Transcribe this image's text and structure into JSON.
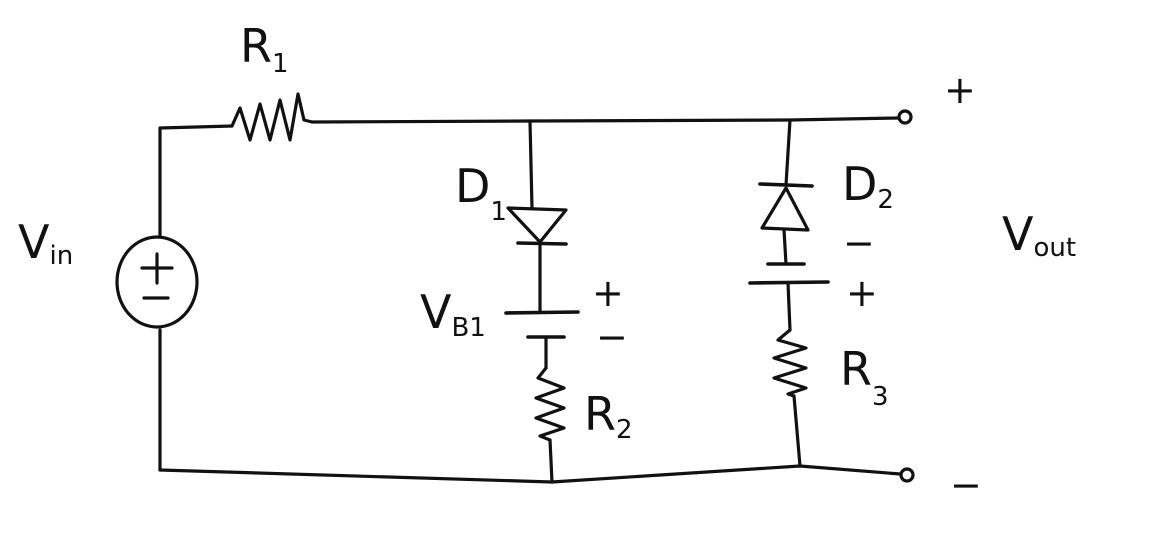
{
  "ink_color": "#111111",
  "background_color": "#ffffff",
  "labels": {
    "r1": {
      "main": "R",
      "sub": "1"
    },
    "r2": {
      "main": "R",
      "sub": "2"
    },
    "r3": {
      "main": "R",
      "sub": "3"
    },
    "d1": {
      "main": "D",
      "sub": "1"
    },
    "d2": {
      "main": "D",
      "sub": "2"
    },
    "vin": {
      "main": "V",
      "sub": "in"
    },
    "vout": {
      "main": "V",
      "sub": "out"
    },
    "vb1": {
      "main": "V",
      "sub": "B1"
    },
    "source_polarity": {
      "plus": "+",
      "minus": "−"
    },
    "vout_polarity": {
      "plus": "+",
      "minus": "−"
    },
    "vb1_polarity": {
      "plus": "+",
      "minus": "−"
    },
    "d2_battery_polarity": {
      "plus": "+",
      "minus": "−"
    }
  }
}
